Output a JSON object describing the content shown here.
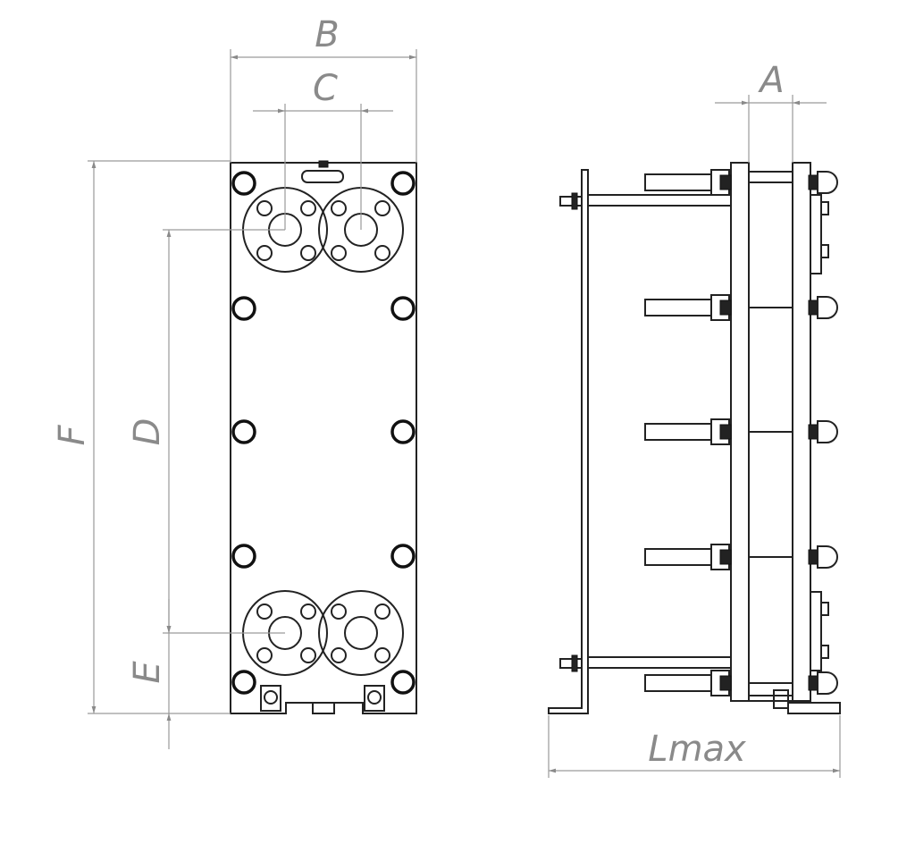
{
  "labels": {
    "a": "A",
    "b": "B",
    "c": "C",
    "d": "D",
    "e": "E",
    "f": "F",
    "lmax": "Lmax"
  }
}
